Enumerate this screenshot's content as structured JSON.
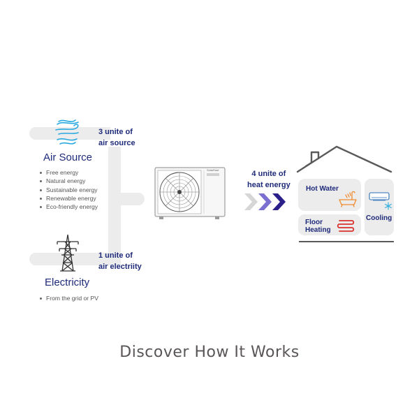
{
  "air_source": {
    "title": "Air Source",
    "label_line1": "3 unite of",
    "label_line2": "air source",
    "bullets": [
      "Free energy",
      "Natural energy",
      "Sustainable energy",
      "Renewable energy",
      "Eco-friendly energy"
    ],
    "icon": "wind-icon"
  },
  "electricity": {
    "title": "Electricity",
    "label_line1": "1 unite of",
    "label_line2": "air electriity",
    "bullets": [
      "From the grid or PV"
    ],
    "icon": "power-pylon-icon"
  },
  "heat_pump": {
    "brand": "SolarEast",
    "icon": "heat-pump-unit-icon"
  },
  "output": {
    "label_line1": "4 unite of",
    "label_line2": "heat energy",
    "arrow_colors": [
      "#d6d6d6",
      "#7b6fd0",
      "#2b1f8a"
    ]
  },
  "house": {
    "rooms": {
      "hot_water": "Hot Water",
      "floor_heating_line1": "Floor",
      "floor_heating_line2": "Heating",
      "cooling": "Cooling"
    },
    "icons": [
      "house-roof-icon",
      "bathtub-icon",
      "floor-heating-coil-icon",
      "air-conditioner-icon",
      "snowflake-icon"
    ]
  },
  "footer": {
    "title": "Discover How It Works"
  },
  "colors": {
    "navy": "#1e2a7a",
    "wind": "#29a9e0",
    "gray_bar": "#ececec",
    "roof": "#5a5a5a",
    "bath": "#f28a2e",
    "coil": "#d9302b"
  }
}
